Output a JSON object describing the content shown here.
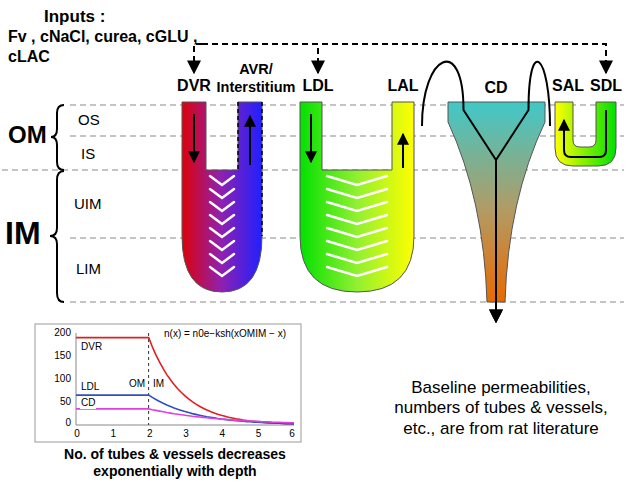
{
  "diagram": {
    "caption": "No. of tubes & vessels decreases exponentially with depth",
    "nodes": [
      {
        "text": [
          "Inputs :",
          "Fv , cNaCl, curea, cGLU , cLAC"
        ]
      },
      {
        "text": [
          "DVR"
        ]
      },
      {
        "text": [
          "AVR/ Interstitium"
        ]
      },
      {
        "text": [
          "LDL"
        ]
      },
      {
        "text": [
          "LAL"
        ]
      },
      {
        "text": [
          "CD"
        ]
      },
      {
        "text": [
          "SAL"
        ]
      },
      {
        "text": [
          "SDL"
        ]
      }
    ],
    "edges": [
      {
        "from": 0,
        "to": 1,
        "arrow": "to"
      },
      {
        "from": 0,
        "to": 3,
        "arrow": "to"
      },
      {
        "from": 0,
        "to": 7,
        "arrow": "to"
      },
      {
        "from": 4,
        "to": 5,
        "arrow": "to"
      },
      {
        "from": 6,
        "to": 5,
        "arrow": "to"
      }
    ],
    "labels": [
      "OM",
      "IM",
      "OS",
      "IS",
      "UIM",
      "LIM",
      "200",
      "150",
      "100",
      "50",
      "0",
      "0",
      "1",
      "2",
      "3",
      "4",
      "5",
      "6",
      "DVR",
      "LDL",
      "CD",
      "OM",
      "IM",
      "n(x) = n0e−ksh(xOMIM − x)",
      "Baseline permeabilities, numbers of tubes & vessels, etc., are from rat literature"
    ]
  }
}
